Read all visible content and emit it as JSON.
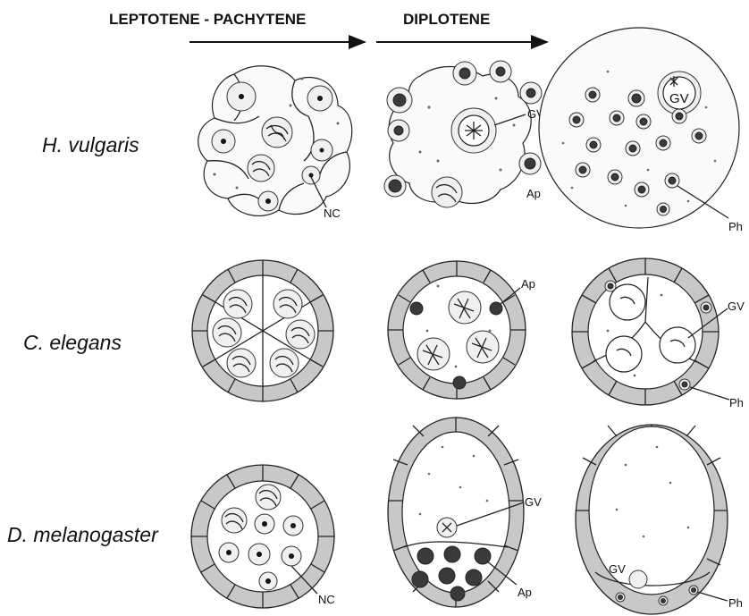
{
  "headers": {
    "stage1": "LEPTOTENE - PACHYTENE",
    "stage2": "DIPLOTENE"
  },
  "species": [
    "H. vulgaris",
    "C. elegans",
    "D. melanogaster"
  ],
  "labels": {
    "hv_nc": "NC",
    "hv_gv_mid": "GV",
    "hv_ap": "Ap",
    "hv_gv_right": "GV",
    "hv_ph": "Ph",
    "ce_ap": "Ap",
    "ce_gv": "GV",
    "ce_ph": "Ph",
    "dm_nc": "NC",
    "dm_gv_mid": "GV",
    "dm_ap": "Ap",
    "dm_gv_right": "GV",
    "dm_ph": "Ph"
  },
  "colors": {
    "ink": "#222222",
    "follicle_shell": "#c8c8c8",
    "background": "#ffffff"
  }
}
